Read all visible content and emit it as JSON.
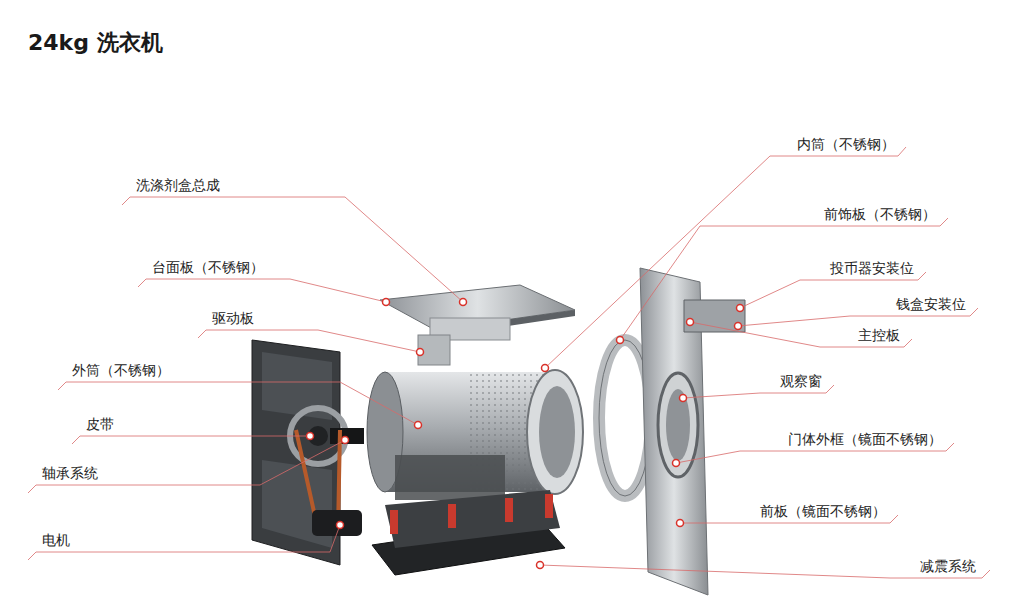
{
  "diagram": {
    "title": "24kg 洗衣机",
    "labels": [
      "洗涤剂盒总成",
      "台面板（不锈钢）",
      "驱动板",
      "外筒（不锈钢）",
      "皮带",
      "轴承系统",
      "电机",
      "内筒（不锈钢）",
      "前饰板（不锈钢）",
      "投币器安装位",
      "钱盒安装位",
      "主控板",
      "观察窗",
      "门体外框（镜面不锈钢）",
      "前板（镜面不锈钢）",
      "减震系统"
    ]
  }
}
